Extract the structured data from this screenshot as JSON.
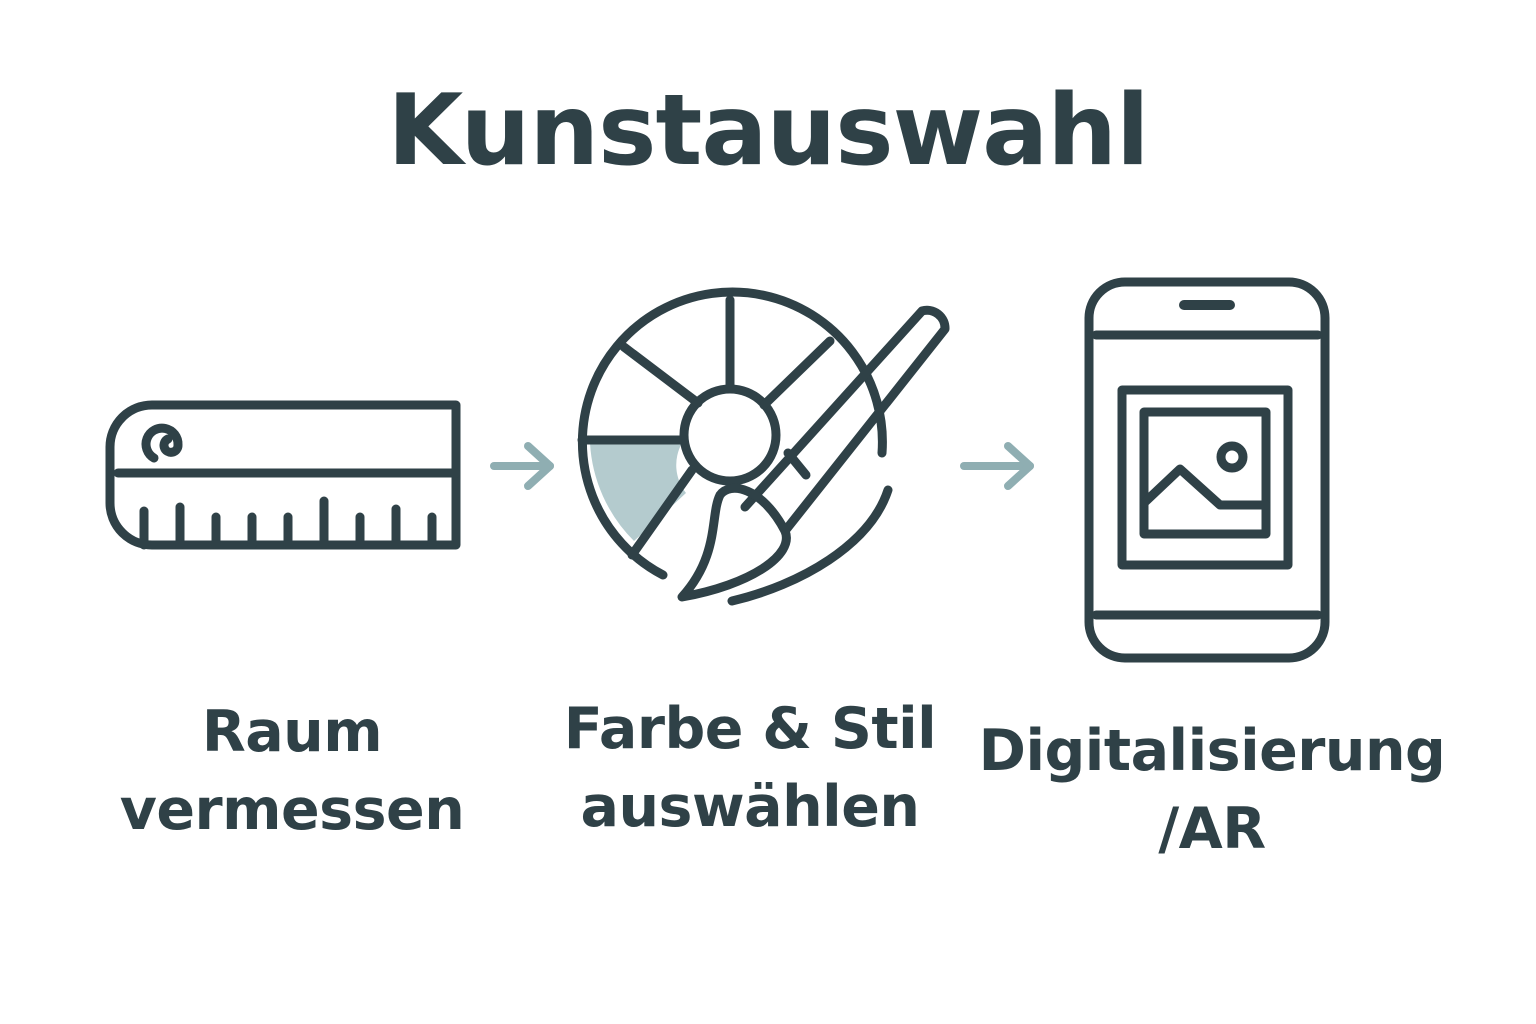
{
  "title": "Kunstauswahl",
  "colors": {
    "stroke": "#2f4147",
    "accent": "#b4cbce",
    "arrow": "#8faeb2",
    "background": "#ffffff"
  },
  "steps": [
    {
      "icon": "measuring-tape-icon",
      "label_lines": [
        "Raum",
        "vermessen"
      ]
    },
    {
      "icon": "color-wheel-brush-icon",
      "label_lines": [
        "Farbe & Stil",
        "auswählen"
      ]
    },
    {
      "icon": "smartphone-image-icon",
      "label_lines": [
        "Digitalisierung",
        "/AR"
      ]
    }
  ],
  "connectors": [
    "arrow-right-icon",
    "arrow-right-icon"
  ]
}
